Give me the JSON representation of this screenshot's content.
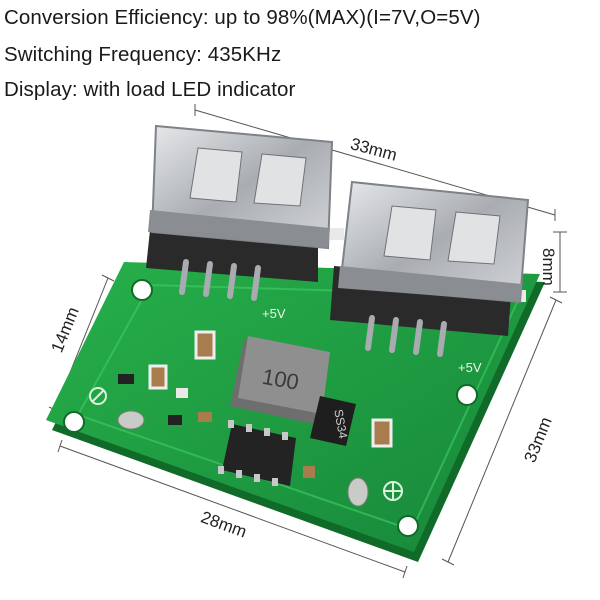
{
  "specs": {
    "efficiency": "Conversion Efficiency: up to 98%(MAX)(I=7V,O=5V)",
    "frequency": "Switching Frequency: 435KHz",
    "display": "Display: with load LED indicator"
  },
  "dimensions": {
    "top_length": "33mm",
    "height": "8mm",
    "left_side": "14mm",
    "right_side": "33mm",
    "bottom_length": "28mm"
  },
  "board_labels": {
    "inductor_marking": "100",
    "diode_marking": "SS34",
    "port_left_voltage": "+5V",
    "port_right_voltage": "+5V"
  },
  "colors": {
    "pcb_green": "#1f9a3a",
    "pcb_edge": "#0f6b27",
    "usb_metal": "#b9bcc0",
    "background": "#ffffff"
  }
}
